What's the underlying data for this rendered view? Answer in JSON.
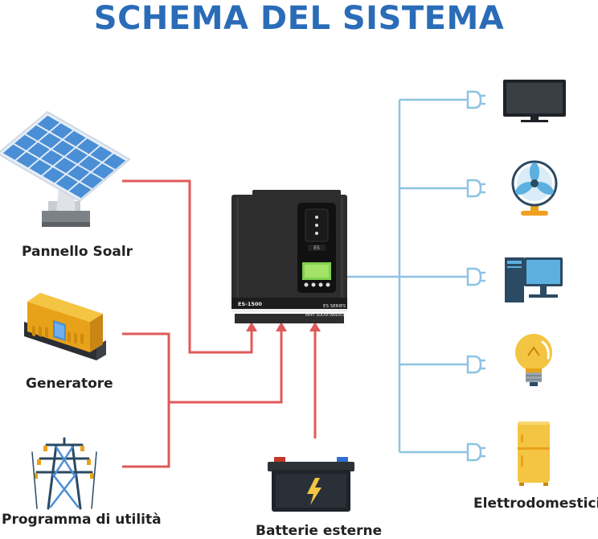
{
  "title": "SCHEMA DEL SISTEMA",
  "sources": {
    "solar": "Pannello Soalr",
    "generator": "Generatore",
    "grid": "Programma di utilità",
    "battery": "Batterie esterne"
  },
  "loads": {
    "label": "Elettrodomestici",
    "items": [
      "tv-icon",
      "fan-icon",
      "computer-icon",
      "light-bulb-icon",
      "refrigerator-icon"
    ]
  },
  "inverter": {
    "model": "ES-1500",
    "series": "ES SERIES",
    "subtitle": "MPPT SOLAR INVERTER"
  },
  "colors": {
    "title": "#2a6cb8",
    "input_line": "#e0595a",
    "output_line": "#8ec3e2",
    "inverter_body": "#2d2d2d"
  }
}
